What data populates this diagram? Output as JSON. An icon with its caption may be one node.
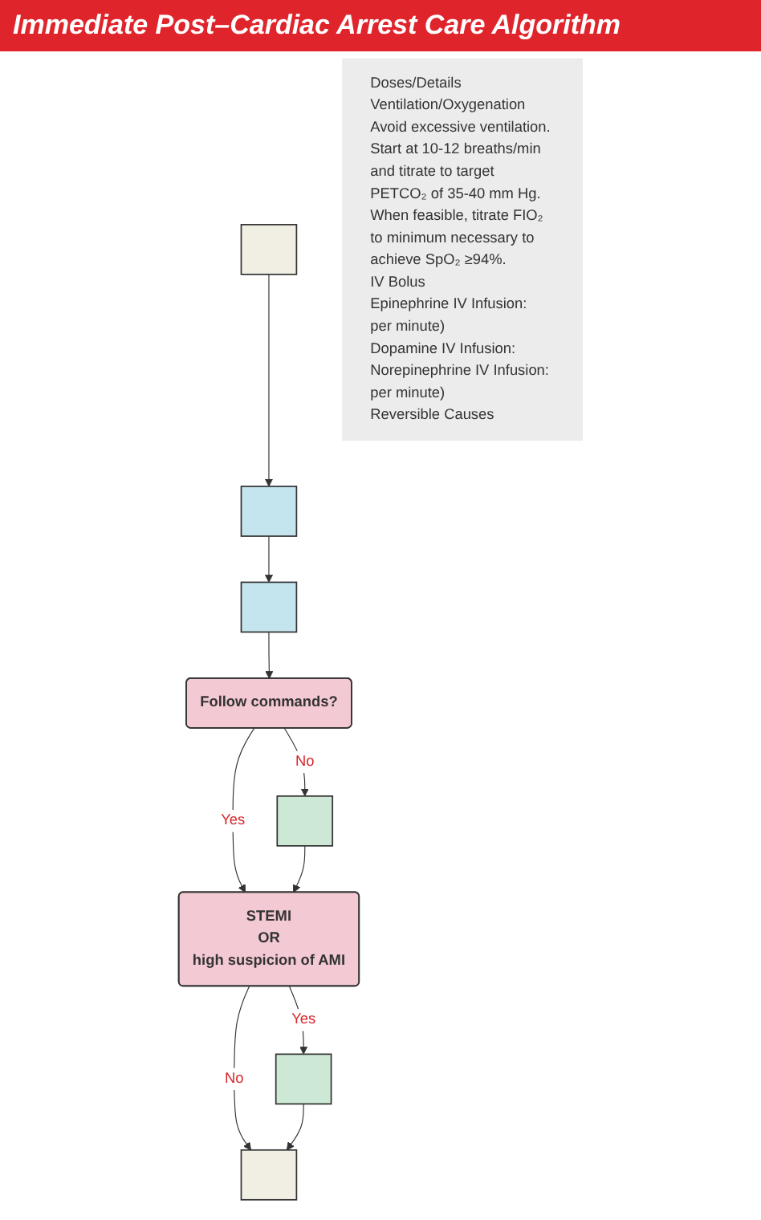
{
  "diagram": {
    "title": "Immediate Post–Cardiac Arrest Care Algorithm",
    "nodes": [
      {
        "text": [],
        "shape": "box"
      },
      {
        "text": [],
        "shape": "box"
      },
      {
        "text": [],
        "shape": "box"
      },
      {
        "text": [
          "Follow commands?"
        ]
      },
      {
        "text": [],
        "shape": "box"
      },
      {
        "text": [
          "STEMI",
          "OR",
          "high suspicion of AMI"
        ]
      },
      {
        "text": [],
        "shape": "box"
      },
      {
        "text": [],
        "shape": "box"
      },
      {
        "text": [
          "Doses/Details",
          "Ventilation/Oxygenation",
          "Avoid excessive ventilation. Start at 10-12 breaths/min and titrate to target PETCO₂ of 35-40 mm Hg.",
          "When feasible, titrate FIO₂ to minimum necessary to achieve SpO₂ ≥94%.",
          "IV Bolus",
          "Epinephrine IV Infusion:",
          "per minute)",
          "Dopamine IV Infusion:",
          "Norepinephrine IV Infusion:",
          "per minute)",
          "Reversible Causes"
        ]
      }
    ],
    "edges": [
      {
        "from": 0,
        "to": 1,
        "arrow": "to"
      },
      {
        "from": 1,
        "to": 2,
        "arrow": "to"
      },
      {
        "from": 2,
        "to": 3,
        "arrow": "to"
      },
      {
        "from": 3,
        "to": 4,
        "arrow": "to",
        "label": "No"
      },
      {
        "from": 3,
        "to": 5,
        "arrow": "to",
        "label": "Yes"
      },
      {
        "from": 4,
        "to": 5,
        "arrow": "to"
      },
      {
        "from": 5,
        "to": 6,
        "arrow": "to",
        "label": "Yes"
      },
      {
        "from": 5,
        "to": 7,
        "arrow": "to",
        "label": "No"
      },
      {
        "from": 6,
        "to": 7,
        "arrow": "to"
      }
    ]
  }
}
